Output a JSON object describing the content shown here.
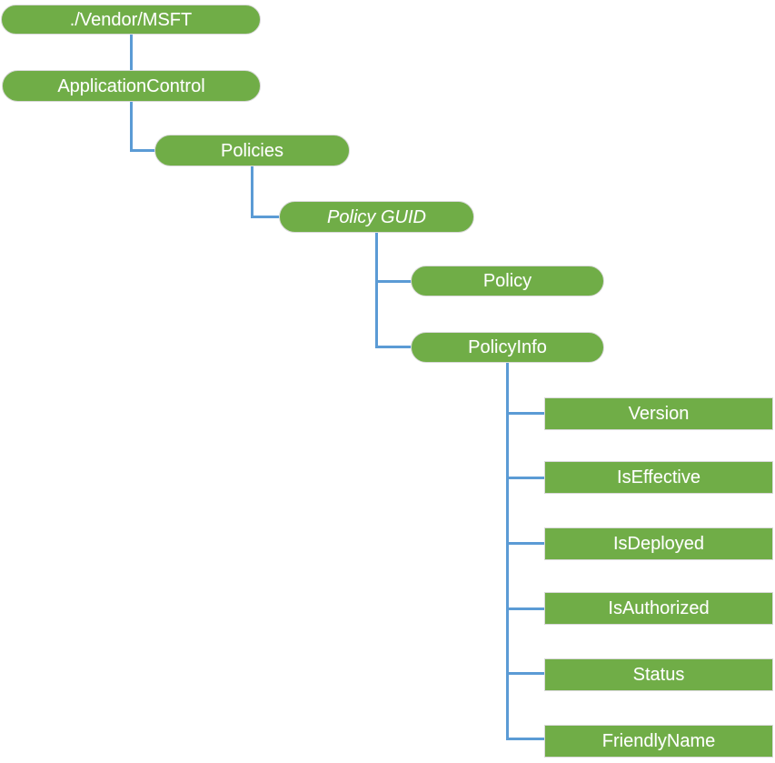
{
  "diagram": {
    "kind": "tree-diagram",
    "colors": {
      "node_fill": "#70AD47",
      "node_border": "#D9D9D9",
      "connector": "#5B9BD5",
      "node_text": "#FFFFFF",
      "background": "#FFFFFF"
    },
    "nodes": {
      "vendor_msft": {
        "label": "./Vendor/MSFT",
        "shape": "pill",
        "parent": null
      },
      "application_control": {
        "label": "ApplicationControl",
        "shape": "pill",
        "parent": "vendor_msft"
      },
      "policies": {
        "label": "Policies",
        "shape": "pill",
        "parent": "application_control"
      },
      "policy_guid": {
        "label": "Policy GUID",
        "shape": "pill",
        "style": "italic",
        "parent": "policies"
      },
      "policy": {
        "label": "Policy",
        "shape": "pill",
        "parent": "policy_guid"
      },
      "policy_info": {
        "label": "PolicyInfo",
        "shape": "pill",
        "parent": "policy_guid"
      },
      "version": {
        "label": "Version",
        "shape": "rect",
        "parent": "policy_info"
      },
      "is_effective": {
        "label": "IsEffective",
        "shape": "rect",
        "parent": "policy_info"
      },
      "is_deployed": {
        "label": "IsDeployed",
        "shape": "rect",
        "parent": "policy_info"
      },
      "is_authorized": {
        "label": "IsAuthorized",
        "shape": "rect",
        "parent": "policy_info"
      },
      "status": {
        "label": "Status",
        "shape": "rect",
        "parent": "policy_info"
      },
      "friendly_name": {
        "label": "FriendlyName",
        "shape": "rect",
        "parent": "policy_info"
      }
    }
  }
}
